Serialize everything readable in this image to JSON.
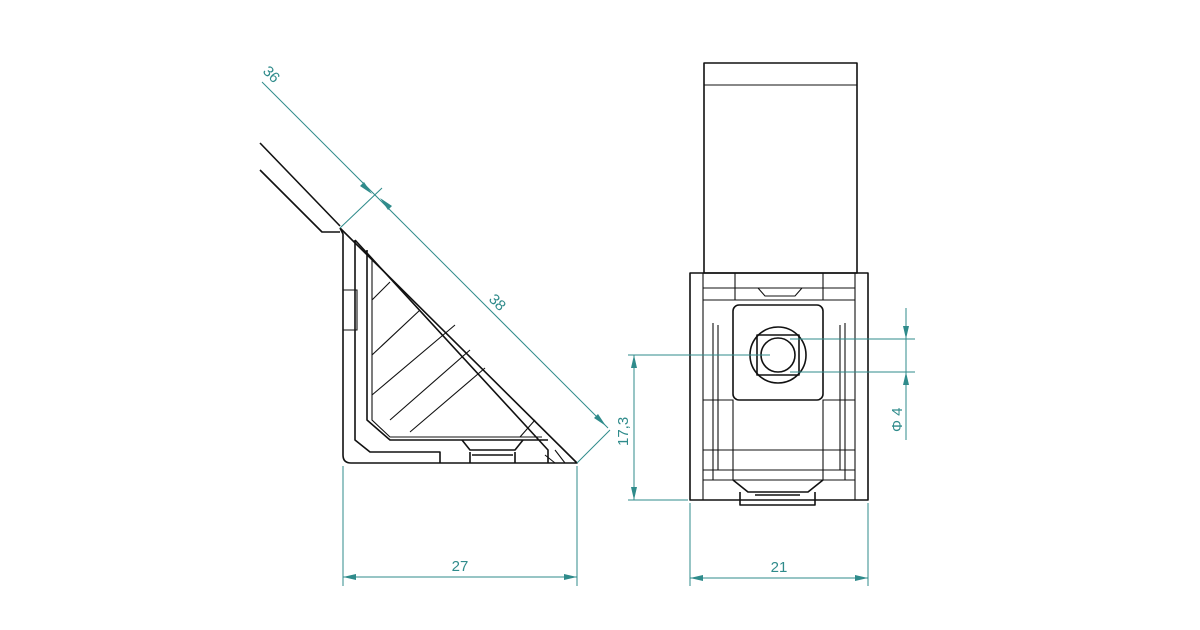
{
  "drawing": {
    "side_view": {
      "dimensions": {
        "thickness": "36",
        "hypotenuse": "38",
        "base_width": "27"
      }
    },
    "front_view": {
      "dimensions": {
        "hole_height": "17,3",
        "hole_diameter": "Φ 4",
        "width": "21"
      }
    },
    "colors": {
      "outline": "#111111",
      "dimension": "#2f8b8b"
    }
  }
}
